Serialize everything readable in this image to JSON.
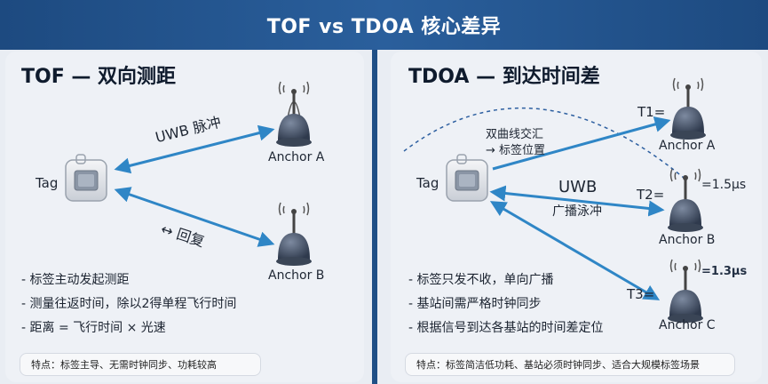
{
  "title": "TOF vs TDOA 核心差异",
  "tof": {
    "heading": "TOF — 双向测距",
    "tag_label": "Tag",
    "anchor_a": "Anchor A",
    "anchor_b": "Anchor B",
    "uwb_pulse": "UWB 脉冲",
    "reply": "↔ 回复",
    "bullets": [
      "- 标签主动发起测距",
      "- 测量往返时间，除以2得单程飞行时间",
      "- 距离 = 飞行时间 × 光速"
    ],
    "note": "特点：标签主导、无需时钟同步、功耗较高"
  },
  "tdoa": {
    "heading": "TDOA — 到达时间差",
    "tag_label": "Tag",
    "hyperbola_note_1": "双曲线交汇",
    "hyperbola_note_2": "→ 标签位置",
    "uwb": "UWB",
    "broadcast": "广播泳冲",
    "t1": "T1=",
    "t2": "T2=",
    "t2_value": "=1.5μs",
    "t3": "T3=",
    "t3_value": "=1.3μs",
    "anchor_a": "Anchor A",
    "anchor_b": "Anchor B",
    "anchor_c": "Anchor C",
    "bullets": [
      "- 标签只发不收，单向广播",
      "- 基站间需严格时钟同步",
      "- 根据信号到达各基站的时间差定位"
    ],
    "note": "特点：标签简洁低功耗、基站必须时钟同步、适合大规模标签场景"
  },
  "colors": {
    "header_bg": "#1f4f86",
    "arrow": "#2f86c6",
    "panel_bg": "#eef1f6"
  }
}
